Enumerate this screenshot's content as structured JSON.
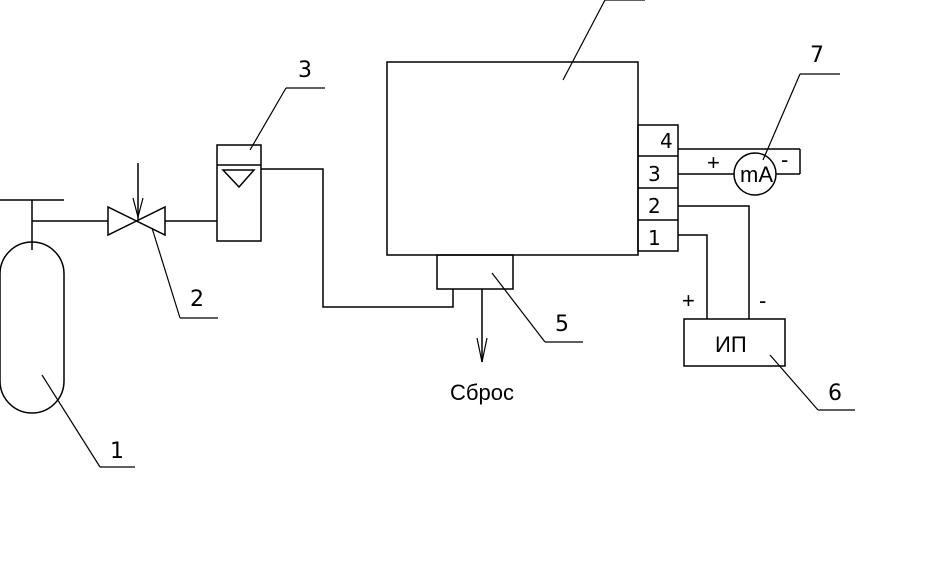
{
  "labels": {
    "cylinder": "1",
    "valve": "2",
    "flowmeter": "3",
    "sampler": "5",
    "power_supply_number": "6",
    "milliammeter_number": "7",
    "power_supply": "ИП",
    "milliammeter": "mA",
    "exhaust": "Сброс",
    "terminal_1": "1",
    "terminal_2": "2",
    "terminal_3": "3",
    "terminal_4": "4",
    "plus_supply": "+",
    "minus_supply": "-",
    "plus_meter": "+",
    "minus_meter": "-"
  }
}
